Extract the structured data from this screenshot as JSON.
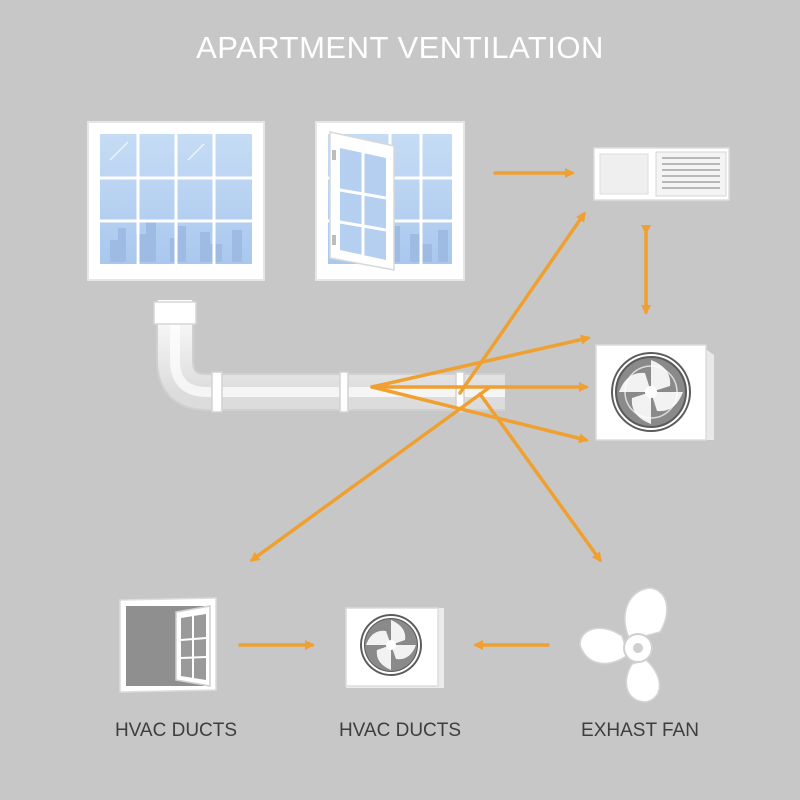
{
  "title": "APARTMENT VENTILATION",
  "labels": {
    "left": "HVAC DUCTS",
    "center": "HVAC DUCTS",
    "right": "EXHAST FAN"
  },
  "colors": {
    "background": "#c7c7c7",
    "arrow": "#f0a030",
    "component": "#ffffff",
    "glass": "#bcd7f2"
  },
  "icons": [
    "closed-window-icon",
    "open-window-icon",
    "wall-vent-icon",
    "ventilation-duct-icon",
    "exhaust-fan-box-icon",
    "open-window-small-icon",
    "small-fan-box-icon",
    "propeller-fan-icon"
  ]
}
